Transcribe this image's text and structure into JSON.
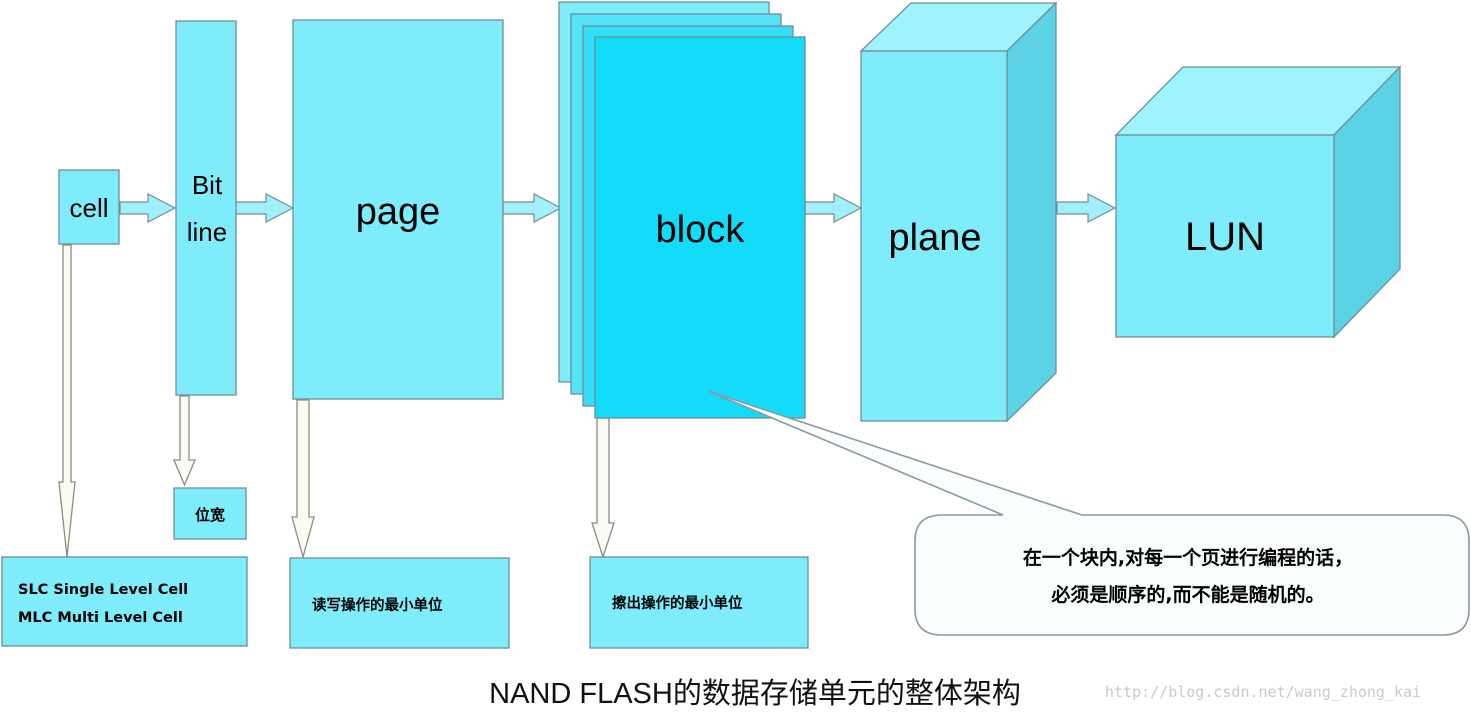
{
  "nodes": {
    "cell": {
      "label": "cell"
    },
    "bitline": {
      "label_line1": "Bit",
      "label_line2": "line"
    },
    "page": {
      "label": "page"
    },
    "block": {
      "label": "block"
    },
    "plane": {
      "label": "plane"
    },
    "lun": {
      "label": "LUN"
    }
  },
  "notes": {
    "cell": {
      "line1": "SLC Single Level Cell",
      "line2": "MLC Multi Level Cell"
    },
    "bitline": {
      "label": "位宽"
    },
    "page": {
      "label": "读写操作的最小单位"
    },
    "block": {
      "label": "擦出操作的最小单位"
    }
  },
  "callout": {
    "line1": "在一个块内,对每一个页进行编程的话，",
    "line2": "必须是顺序的,而不能是随机的。"
  },
  "caption": "NAND FLASH的数据存储单元的整体架构",
  "watermark": "http://blog.csdn.net/wang_zhong_kai",
  "colors": {
    "box_fill": "#7eecfa",
    "block_front": "#12dcf9",
    "cube_top": "#9ef3fc",
    "cube_side": "#5cd2e6",
    "stroke": "#6f8f94",
    "callout_fill": "#fafdfd",
    "callout_stroke": "#8a9aa0"
  }
}
